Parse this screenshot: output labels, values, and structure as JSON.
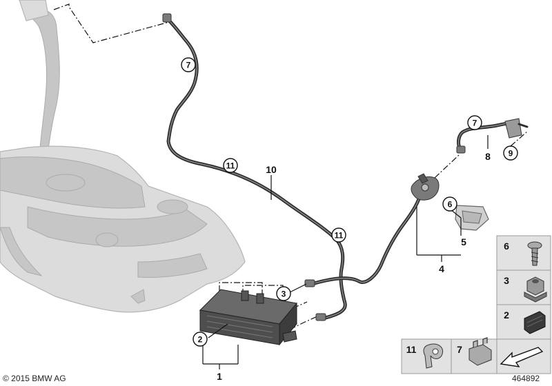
{
  "callouts": {
    "c7_top": "7",
    "c11_mid": "11",
    "c11_low": "11",
    "c3": "3",
    "c2": "2",
    "c7_right": "7",
    "c9": "9",
    "c6": "6"
  },
  "numbers": {
    "n10": "10",
    "n8": "8",
    "n5": "5",
    "n4": "4",
    "n1": "1"
  },
  "legend": {
    "cell_6": "6",
    "cell_3": "3",
    "cell_2": "2",
    "cell_11": "11",
    "cell_7": "7"
  },
  "footer": {
    "copyright": "© 2015 BMW AG",
    "diagram_number": "464892"
  }
}
